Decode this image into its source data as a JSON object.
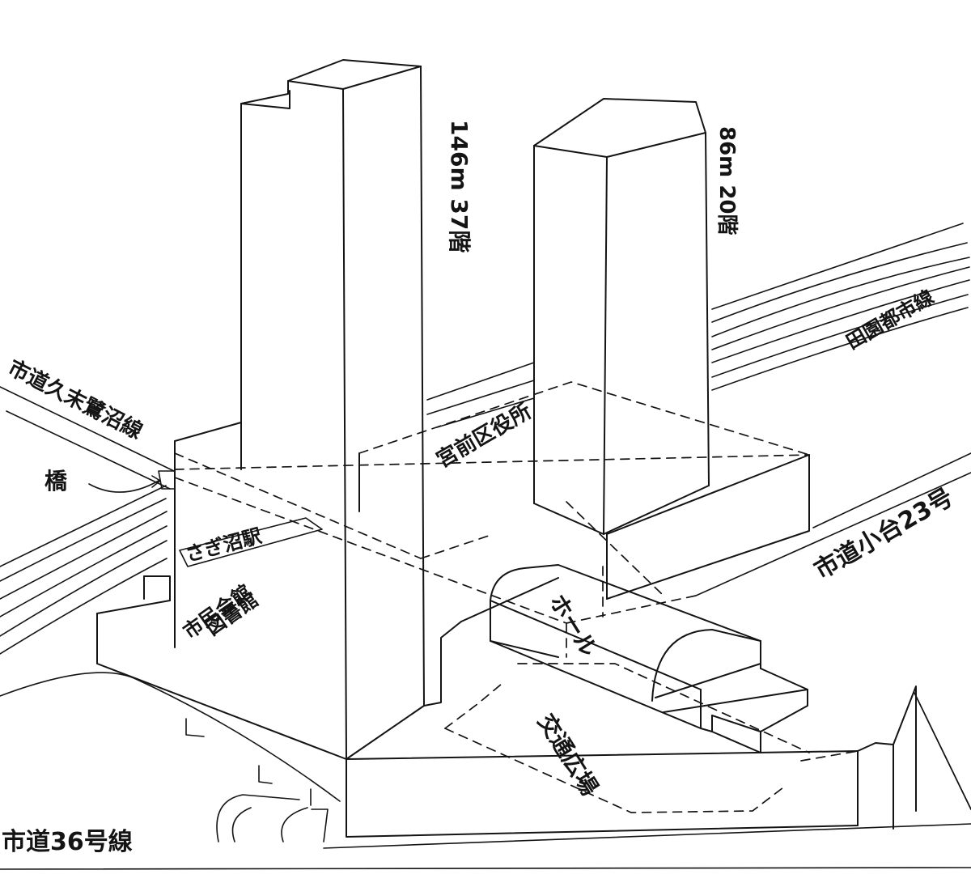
{
  "tower_main": {
    "height_label": "146m 37階"
  },
  "tower_second": {
    "height_label": "86m 20階"
  },
  "roads": {
    "road_left": "市道久末鷺沼線",
    "road_bottom": "市道36号線",
    "road_right": "市道小台23号",
    "railway": "田園都市線"
  },
  "labels": {
    "bridge": "橋",
    "station": "さぎ沼駅",
    "plaza": "宮前区役所",
    "civic_hall": "市民会館",
    "library": "図書館",
    "hall": "ホール",
    "transit_plaza": "交通広場"
  }
}
